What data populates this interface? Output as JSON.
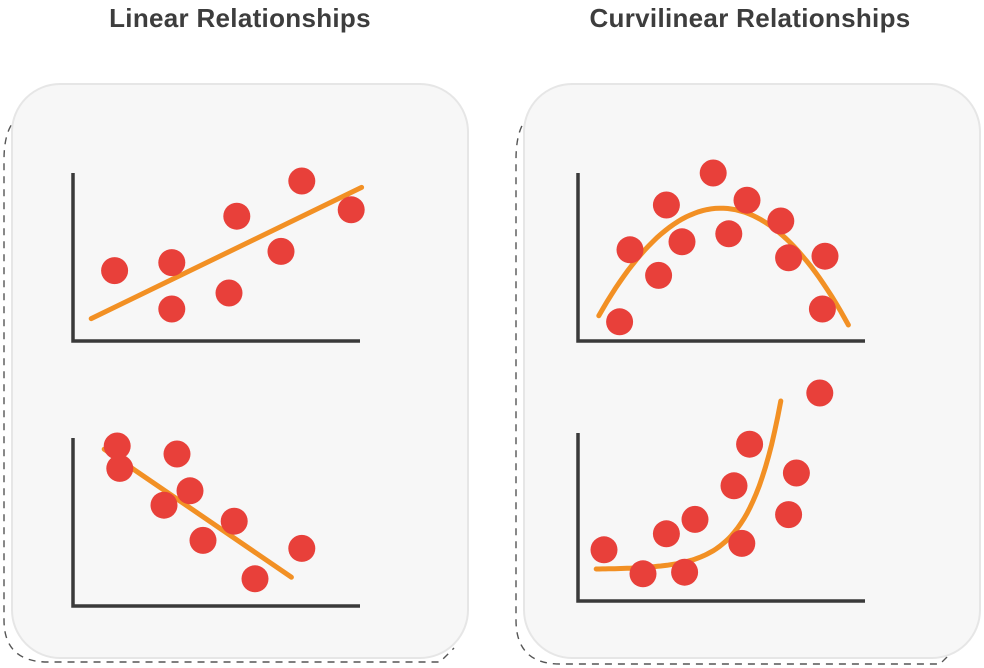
{
  "titles": {
    "left": "Linear Relationships",
    "right": "Curvilinear Relationships"
  },
  "colors": {
    "panel_fill": "#f7f7f7",
    "panel_border": "#e6e6e6",
    "dashed_outline": "#555555",
    "axis": "#3a3a3a",
    "fit_line": "#f29024",
    "points": "#e8403a",
    "title_text": "#3d3d3d"
  },
  "chart_data": [
    {
      "type": "scatter",
      "group": "Linear Relationships",
      "trend": "positive linear",
      "points": [
        [
          0.16,
          0.44
        ],
        [
          0.38,
          0.49
        ],
        [
          0.38,
          0.2
        ],
        [
          0.6,
          0.3
        ],
        [
          0.63,
          0.78
        ],
        [
          0.8,
          0.56
        ],
        [
          0.88,
          1.0
        ],
        [
          1.07,
          0.82
        ]
      ],
      "fit": {
        "kind": "line",
        "from": [
          0.07,
          0.14
        ],
        "to": [
          1.11,
          0.96
        ]
      }
    },
    {
      "type": "scatter",
      "group": "Linear Relationships",
      "trend": "negative linear",
      "points": [
        [
          0.17,
          1.0
        ],
        [
          0.18,
          0.86
        ],
        [
          0.4,
          0.95
        ],
        [
          0.45,
          0.72
        ],
        [
          0.35,
          0.63
        ],
        [
          0.5,
          0.41
        ],
        [
          0.62,
          0.53
        ],
        [
          0.7,
          0.17
        ],
        [
          0.88,
          0.36
        ]
      ],
      "fit": {
        "kind": "line",
        "from": [
          0.12,
          0.98
        ],
        "to": [
          0.84,
          0.18
        ]
      }
    },
    {
      "type": "scatter",
      "group": "Curvilinear Relationships",
      "trend": "inverted U",
      "points": [
        [
          0.16,
          0.12
        ],
        [
          0.2,
          0.57
        ],
        [
          0.31,
          0.41
        ],
        [
          0.34,
          0.85
        ],
        [
          0.4,
          0.62
        ],
        [
          0.52,
          1.05
        ],
        [
          0.58,
          0.67
        ],
        [
          0.65,
          0.88
        ],
        [
          0.78,
          0.75
        ],
        [
          0.81,
          0.52
        ],
        [
          0.95,
          0.53
        ],
        [
          0.94,
          0.2
        ]
      ],
      "fit": {
        "kind": "quadratic",
        "peak_x": 0.55,
        "peak_y": 0.83,
        "x_range": [
          0.08,
          1.04
        ],
        "y_at_ends": 0.1
      }
    },
    {
      "type": "scatter",
      "group": "Curvilinear Relationships",
      "trend": "accelerating increase",
      "points": [
        [
          0.1,
          0.32
        ],
        [
          0.25,
          0.17
        ],
        [
          0.34,
          0.42
        ],
        [
          0.41,
          0.18
        ],
        [
          0.45,
          0.51
        ],
        [
          0.6,
          0.72
        ],
        [
          0.63,
          0.36
        ],
        [
          0.66,
          0.98
        ],
        [
          0.81,
          0.54
        ],
        [
          0.84,
          0.8
        ],
        [
          0.93,
          1.3
        ]
      ],
      "fit": {
        "kind": "exponential",
        "x_range": [
          0.07,
          0.78
        ],
        "y_start": 0.2,
        "y_end": 1.25
      }
    }
  ]
}
